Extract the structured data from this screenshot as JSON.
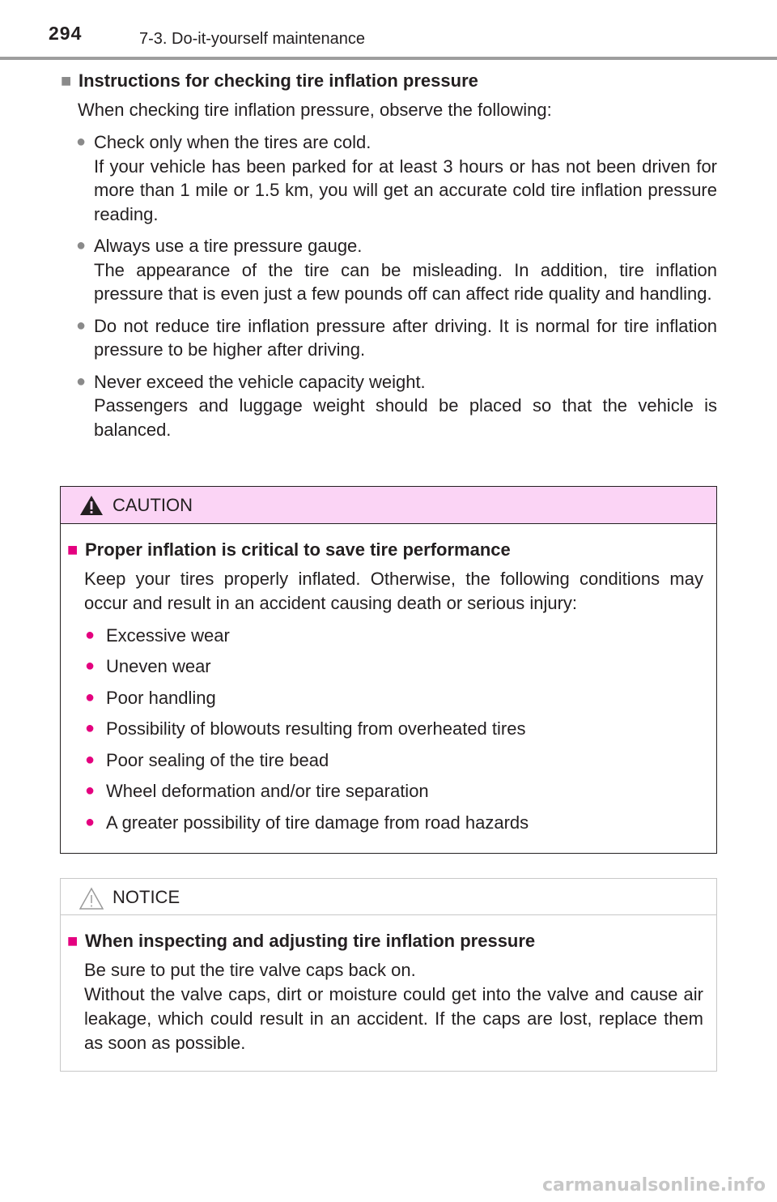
{
  "header": {
    "page_number": "294",
    "section": "7-3. Do-it-yourself maintenance"
  },
  "main": {
    "heading": "Instructions for checking tire inflation pressure",
    "intro": "When checking tire inflation pressure, observe the following:",
    "bullets": [
      {
        "lead": "Check only when the tires are cold.",
        "body": "If your vehicle has been parked for at least 3 hours or has not been driven for more than 1 mile or 1.5 km, you will get an accurate cold tire inflation pressure reading."
      },
      {
        "lead": "Always use a tire pressure gauge.",
        "body": "The appearance of the tire can be misleading. In addition, tire inflation pressure that is even just a few pounds off can affect ride quality and handling."
      },
      {
        "lead": "Do not reduce tire inflation pressure after driving. It is normal for tire inflation pressure to be higher after driving.",
        "body": ""
      },
      {
        "lead": "Never exceed the vehicle capacity weight.",
        "body": "Passengers and luggage weight should be placed so that the vehicle is balanced."
      }
    ]
  },
  "caution": {
    "label": "CAUTION",
    "heading": "Proper inflation is critical to save tire performance",
    "text": "Keep your tires properly inflated. Otherwise, the following conditions may occur and result in an accident causing death or serious injury:",
    "items": [
      "Excessive wear",
      "Uneven wear",
      "Poor handling",
      "Possibility of blowouts resulting from overheated tires",
      "Poor sealing of the tire bead",
      "Wheel deformation and/or tire separation",
      "A greater possibility of tire damage from road hazards"
    ]
  },
  "notice": {
    "label": "NOTICE",
    "heading": "When inspecting and adjusting tire inflation pressure",
    "line1": "Be sure to put the tire valve caps back on.",
    "line2": "Without the valve caps, dirt or moisture could get into the valve and cause air leakage, which could result in an accident. If the caps are lost, replace them as soon as possible."
  },
  "watermark": "carmanualsonline.info",
  "colors": {
    "caution_band": "#fbd4f5",
    "accent_magenta": "#e4007f",
    "rule_gray": "#9e9e9e"
  }
}
